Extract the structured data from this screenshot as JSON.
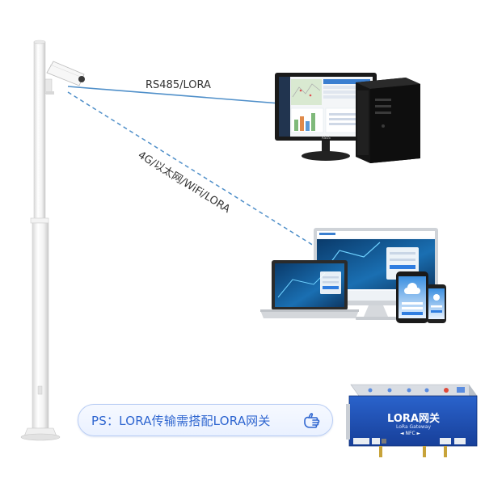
{
  "links": {
    "rs485_label": "RS485/LORA",
    "wireless_label": "4G/以太网/WiFi/LORA"
  },
  "banner": {
    "text": "PS：LORA传输需搭配LORA网关"
  },
  "gateway": {
    "title": "LORA网关",
    "subtitle": "LoRa Gateway",
    "nfc": "◄ NFC ►"
  },
  "monitor": {
    "brand": "ASUS"
  },
  "colors": {
    "link_solid": "#4f8fc9",
    "link_dashed": "#4f8fc9",
    "banner_text": "#2f66d0",
    "gateway_body": "#1c4fb5"
  }
}
